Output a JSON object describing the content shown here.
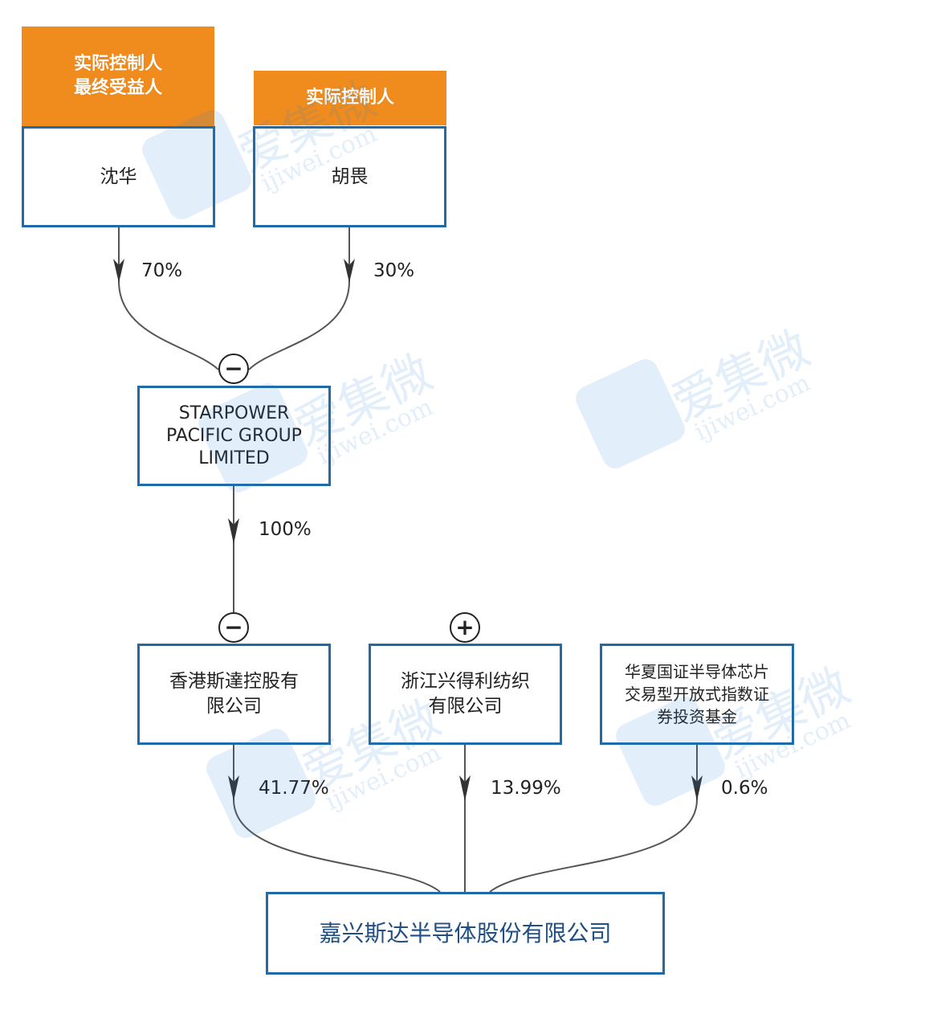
{
  "labels": {
    "controller_beneficiary_line1": "实际控制人",
    "controller_beneficiary_line2": "最终受益人",
    "controller": "实际控制人"
  },
  "nodes": {
    "shen_hua": "沈华",
    "hu_wei": "胡畏",
    "starpower_line1": "STARPOWER",
    "starpower_line2": "PACIFIC GROUP",
    "starpower_line3": "LIMITED",
    "hk_stardak_line1": "香港斯達控股有",
    "hk_stardak_line2": "限公司",
    "zhejiang_line1": "浙江兴得利纺织",
    "zhejiang_line2": "有限公司",
    "huaxia_line1": "华夏国证半导体芯片",
    "huaxia_line2": "交易型开放式指数证",
    "huaxia_line3": "券投资基金",
    "jiaxing": "嘉兴斯达半导体股份有限公司"
  },
  "edges": {
    "shen_hua_to_starpower": "70%",
    "hu_wei_to_starpower": "30%",
    "starpower_to_hk": "100%",
    "hk_to_jiaxing": "41.77%",
    "zhejiang_to_jiaxing": "13.99%",
    "huaxia_to_jiaxing": "0.6%"
  },
  "toggles": {
    "starpower": "−",
    "hk_stardak": "−",
    "zhejiang": "+"
  },
  "watermark": {
    "brand": "爱集微",
    "domain": "ijiwei.com"
  },
  "colors": {
    "tag_orange": "#f08c1e",
    "box_border": "#1f6aa8",
    "line": "#555555"
  }
}
